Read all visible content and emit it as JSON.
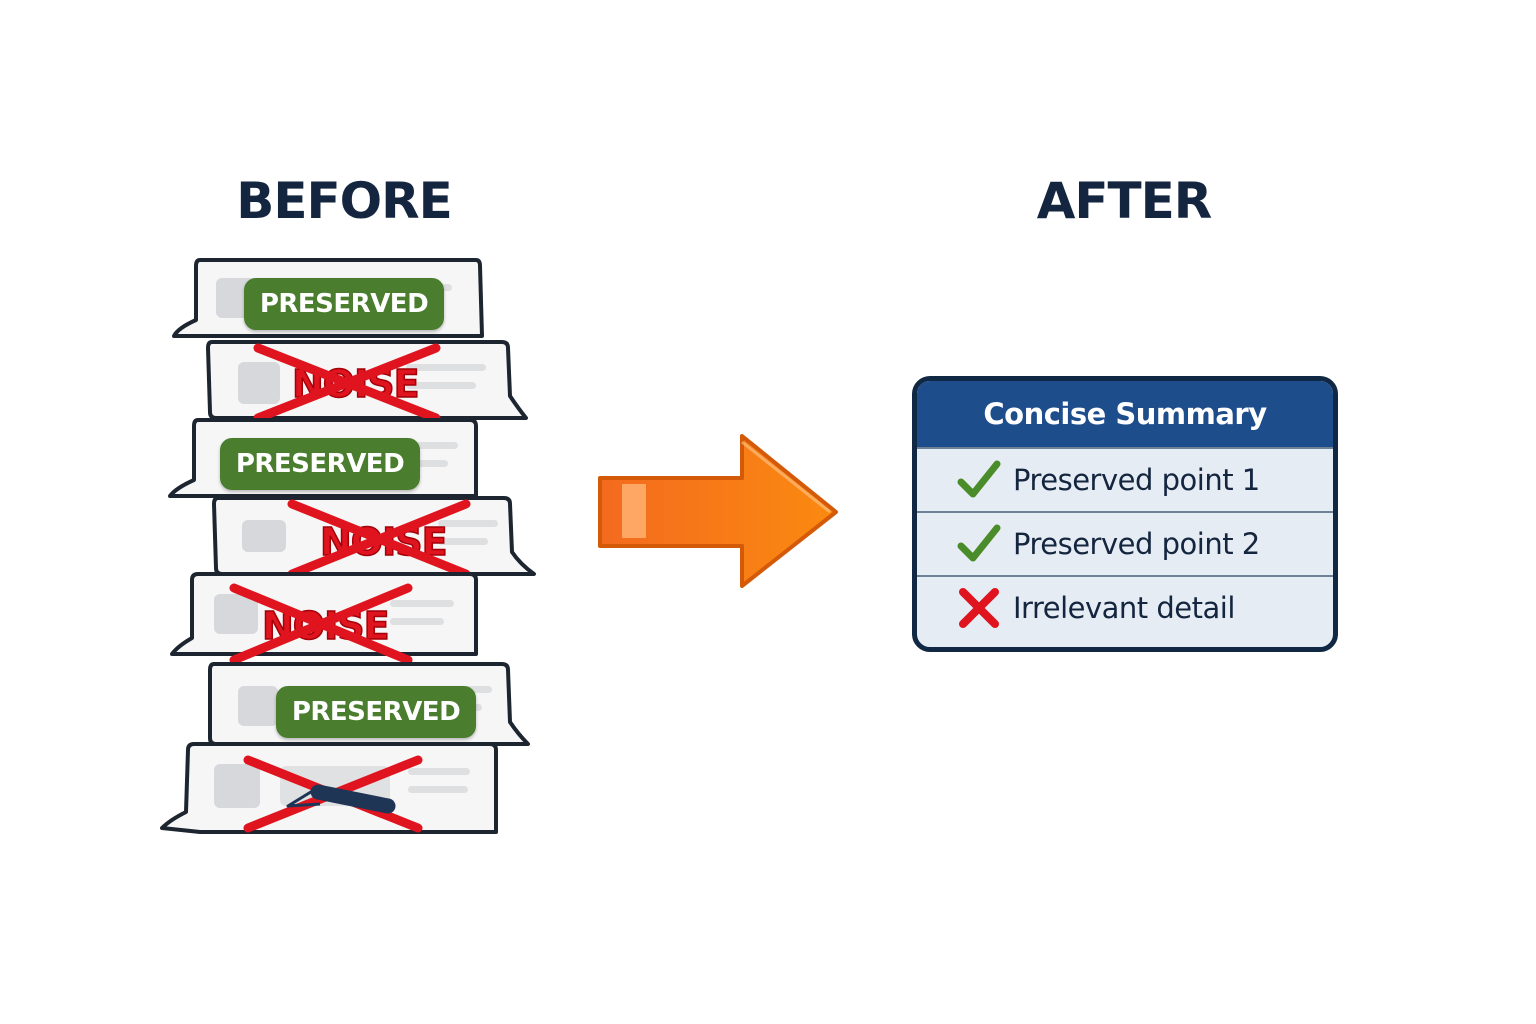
{
  "headings": {
    "before": "BEFORE",
    "after": "AFTER"
  },
  "messages": [
    {
      "kind": "preserved",
      "label": "PRESERVED"
    },
    {
      "kind": "noise",
      "label": "NOISE"
    },
    {
      "kind": "preserved",
      "label": "PRESERVED"
    },
    {
      "kind": "noise",
      "label": "NOISE"
    },
    {
      "kind": "noise",
      "label": "NOISE"
    },
    {
      "kind": "preserved",
      "label": "PRESERVED"
    },
    {
      "kind": "noise-erased",
      "label": ""
    }
  ],
  "arrow": {
    "color": "#f57f17"
  },
  "summary": {
    "title": "Concise Summary",
    "rows": [
      {
        "status": "check",
        "text": "Preserved point 1"
      },
      {
        "status": "check",
        "text": "Preserved point 2"
      },
      {
        "status": "cross",
        "text": "Irrelevant detail"
      }
    ]
  },
  "colors": {
    "preserved": "#4a7e2e",
    "noise": "#e0141e",
    "card_header": "#1e4d8c",
    "heading": "#14253f"
  }
}
